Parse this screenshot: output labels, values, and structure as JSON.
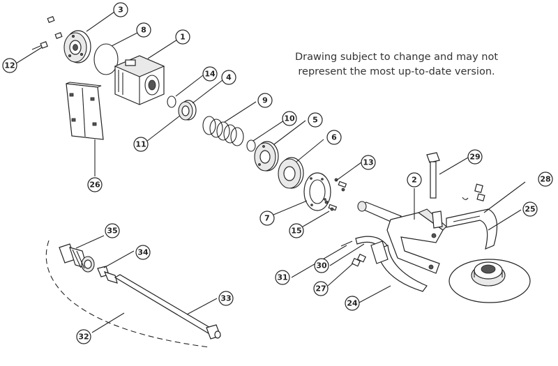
{
  "notice": {
    "line1": "Drawing subject to change and may not",
    "line2": "represent the most up-to-date version."
  },
  "callouts": [
    {
      "id": "1",
      "label": "1"
    },
    {
      "id": "2",
      "label": "2"
    },
    {
      "id": "3",
      "label": "3"
    },
    {
      "id": "4",
      "label": "4"
    },
    {
      "id": "5",
      "label": "5"
    },
    {
      "id": "6",
      "label": "6"
    },
    {
      "id": "7",
      "label": "7"
    },
    {
      "id": "8",
      "label": "8"
    },
    {
      "id": "9",
      "label": "9"
    },
    {
      "id": "10",
      "label": "10"
    },
    {
      "id": "11",
      "label": "11"
    },
    {
      "id": "12",
      "label": "12"
    },
    {
      "id": "13",
      "label": "13"
    },
    {
      "id": "14",
      "label": "14"
    },
    {
      "id": "15",
      "label": "15"
    },
    {
      "id": "24",
      "label": "24"
    },
    {
      "id": "25",
      "label": "25"
    },
    {
      "id": "26",
      "label": "26"
    },
    {
      "id": "27",
      "label": "27"
    },
    {
      "id": "28",
      "label": "28"
    },
    {
      "id": "29",
      "label": "29"
    },
    {
      "id": "30",
      "label": "30"
    },
    {
      "id": "31",
      "label": "31"
    },
    {
      "id": "32",
      "label": "32"
    },
    {
      "id": "33",
      "label": "33"
    },
    {
      "id": "34",
      "label": "34"
    },
    {
      "id": "35",
      "label": "35"
    }
  ]
}
